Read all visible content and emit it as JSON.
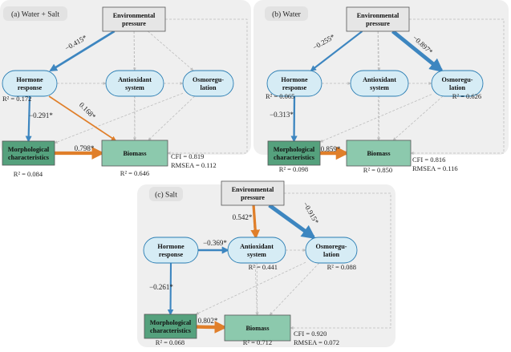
{
  "colors": {
    "panel_bg": "#efefef",
    "tag_bg": "#e2e2e2",
    "env_box_fill": "#e6e6e6",
    "node_fill": "#d6ecf5",
    "node_stroke": "#2a7db3",
    "biomass_fill": "#8cc9ad",
    "morph_fill": "#55a17d",
    "blue_arrow": "#3d86c0",
    "orange_arrow": "#e07f2a",
    "dashed_gray": "#bdbdbd"
  },
  "panels": [
    {
      "tag": "(a) Water + Salt",
      "nodes": {
        "environmental_pressure": "Environmental\npressure",
        "hormone_response": "Hormone\nresponse",
        "antioxidant_system": "Antioxidant\nsystem",
        "osmoregulation": "Osmoregu-\nlation",
        "morphological_characteristics": "Morphological\ncharacteristics",
        "biomass": "Biomass"
      },
      "paths": [
        {
          "from": "environmental_pressure",
          "to": "hormone_response",
          "label": "−0.415*",
          "color": "blue",
          "weight": 0.415
        },
        {
          "from": "hormone_response",
          "to": "morphological_characteristics",
          "label": "−0.291*",
          "color": "blue",
          "weight": 0.291
        },
        {
          "from": "hormone_response",
          "to": "biomass",
          "label": "0.168*",
          "color": "orange",
          "weight": 0.168
        },
        {
          "from": "morphological_characteristics",
          "to": "biomass",
          "label": "0.798*",
          "color": "orange",
          "weight": 0.798
        }
      ],
      "r2": {
        "hormone_response": "R² = 0.172",
        "morphological_characteristics": "R² = 0.084",
        "biomass": "R² = 0.646"
      },
      "fit": {
        "cfi": "CFI = 0.819",
        "rmsea": "RMSEA = 0.112"
      }
    },
    {
      "tag": "(b) Water",
      "nodes": {
        "environmental_pressure": "Environmental\npressure",
        "hormone_response": "Hormone\nresponse",
        "antioxidant_system": "Antioxidant\nsystem",
        "osmoregulation": "Osmoregu-\nlation",
        "morphological_characteristics": "Morphological\ncharacteristics",
        "biomass": "Biomass"
      },
      "paths": [
        {
          "from": "environmental_pressure",
          "to": "hormone_response",
          "label": "−0.255*",
          "color": "blue",
          "weight": 0.255
        },
        {
          "from": "environmental_pressure",
          "to": "osmoregulation",
          "label": "−0.897*",
          "color": "blue",
          "weight": 0.897
        },
        {
          "from": "hormone_response",
          "to": "morphological_characteristics",
          "label": "−0.313*",
          "color": "blue",
          "weight": 0.313
        },
        {
          "from": "morphological_characteristics",
          "to": "biomass",
          "label": "0.859*",
          "color": "orange",
          "weight": 0.859
        }
      ],
      "r2": {
        "hormone_response": "R² = 0.065",
        "osmoregulation": "R² = 0.626",
        "morphological_characteristics": "R² = 0.098",
        "biomass": "R² = 0.850"
      },
      "fit": {
        "cfi": "CFI = 0.816",
        "rmsea": "RMSEA = 0.116"
      }
    },
    {
      "tag": "(c) Salt",
      "nodes": {
        "environmental_pressure": "Environmental\npressure",
        "hormone_response": "Hormone\nresponse",
        "antioxidant_system": "Antioxidant\nsystem",
        "osmoregulation": "Osmoregu-\nlation",
        "morphological_characteristics": "Morphological\ncharacteristics",
        "biomass": "Biomass"
      },
      "paths": [
        {
          "from": "environmental_pressure",
          "to": "antioxidant_system",
          "label": "0.542*",
          "color": "orange",
          "weight": 0.542
        },
        {
          "from": "environmental_pressure",
          "to": "osmoregulation",
          "label": "−0.915*",
          "color": "blue",
          "weight": 0.915
        },
        {
          "from": "hormone_response",
          "to": "antioxidant_system",
          "label": "−0.369*",
          "color": "blue",
          "weight": 0.369
        },
        {
          "from": "hormone_response",
          "to": "morphological_characteristics",
          "label": "−0.261*",
          "color": "blue",
          "weight": 0.261
        },
        {
          "from": "morphological_characteristics",
          "to": "biomass",
          "label": "0.802*",
          "color": "orange",
          "weight": 0.802
        }
      ],
      "r2": {
        "antioxidant_system": "R² = 0.441",
        "osmoregulation": "R² = 0.088",
        "morphological_characteristics": "R² = 0.068",
        "biomass": "R² = 0.712"
      },
      "fit": {
        "cfi": "CFI = 0.920",
        "rmsea": "RMSEA = 0.072"
      }
    }
  ]
}
